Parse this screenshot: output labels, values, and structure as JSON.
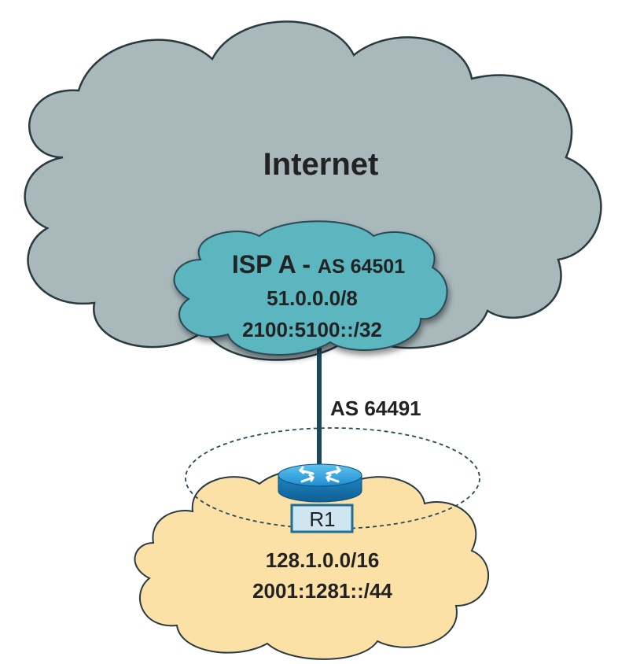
{
  "internet": {
    "label": "Internet",
    "fill": "#a8b8bb"
  },
  "isp": {
    "name": "ISP A - ",
    "as_label": "AS 64501",
    "ipv4_prefix": "51.0.0.0/8",
    "ipv6_prefix": "2100:5100::/32",
    "fill": "#5bb6c0"
  },
  "link": {
    "as_label": "AS 64491",
    "color": "#1a4a5a"
  },
  "customer": {
    "ipv4_prefix": "128.1.0.0/16",
    "ipv6_prefix": "2001:1281::/44",
    "fill": "#fbe1a6"
  },
  "router": {
    "label": "R1",
    "icon": "router-icon",
    "color": "#1e8fc4"
  }
}
